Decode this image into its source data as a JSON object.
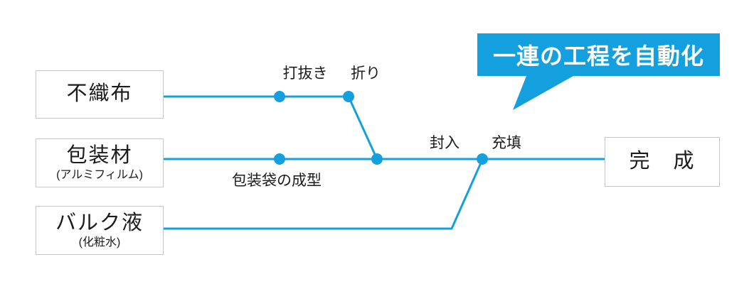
{
  "callout": {
    "label": "一連の工程を自動化"
  },
  "nodes": {
    "nonwoven": {
      "title": "不織布"
    },
    "packaging": {
      "title": "包装材",
      "subtitle": "(アルミフィルム)"
    },
    "bulk": {
      "title": "バルク液",
      "subtitle": "(化粧水)"
    },
    "finished": {
      "title": "完　成"
    }
  },
  "steps": {
    "punching": "打抜き",
    "folding": "折り",
    "bag_forming": "包装袋の成型",
    "sealing": "封入",
    "filling": "充填"
  },
  "colors": {
    "accent": "#14a0de",
    "box_border": "#c9c9c9",
    "text_color": "#1c1c1c"
  }
}
